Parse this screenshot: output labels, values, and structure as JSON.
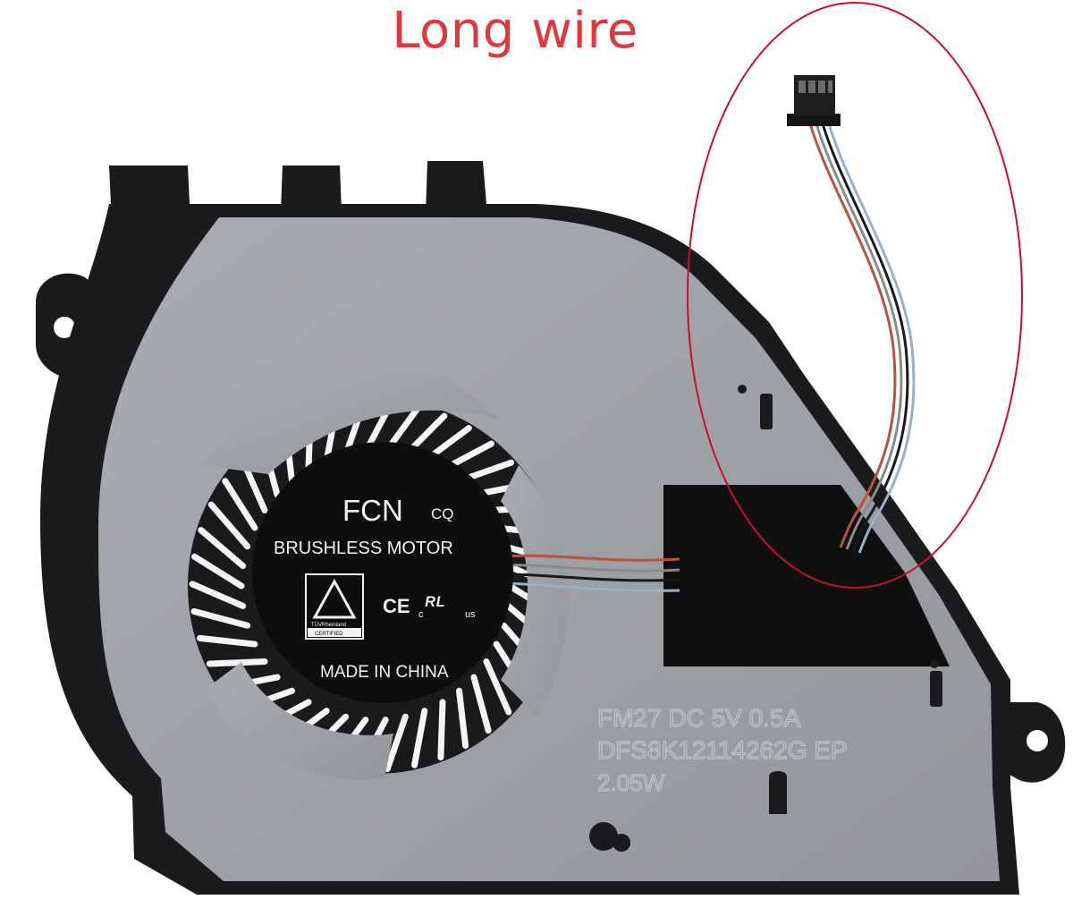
{
  "caption": "Long wire",
  "label": {
    "brand": "FCN",
    "brand_suffix": "CQ",
    "motor_type": "BRUSHLESS MOTOR",
    "certifier": "TÜVRheinland",
    "certified": "CERTIFIED",
    "ce_mark": "CE",
    "ul_c": "c",
    "ul_us": "us",
    "origin": "MADE IN CHINA"
  },
  "printed_spec": {
    "line1": "FM27 DC 5V 0.5A",
    "line2": "DFS8K12114262G EP",
    "line3": "2.05W"
  },
  "colors": {
    "caption": "#e0363c",
    "highlight": "#c8102e",
    "frame": "#1b1b1d",
    "plate": "#9ea1a5",
    "hub": "#0d0d0e"
  },
  "cable": {
    "pin_count": 4,
    "wire_colors": [
      "#b9523f",
      "#8a8a8a",
      "#1a1a1a",
      "#9ab0c8"
    ]
  },
  "impeller": {
    "blade_count": 42
  }
}
